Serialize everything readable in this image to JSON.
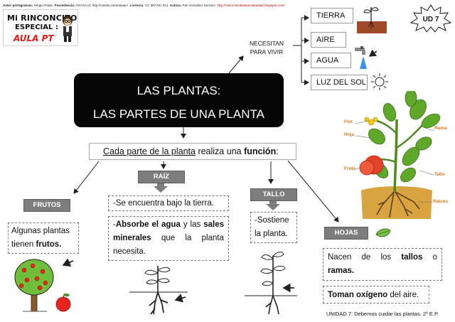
{
  "credits": {
    "label1": "Autor pictogramas:",
    "value1": "Sergio Palao",
    "label2": "Procedencia:",
    "value2": "ARASAAC http://catedu.es/arasaac/",
    "label3": "Licencia:",
    "value3": "CC (BY-NC-SA)",
    "label4": "Autora:",
    "value4": "Pari González Serrano",
    "url": "http://mirinconcitoespecialaulapt.blogspot.com/"
  },
  "logo": {
    "line1": "Mi RINCONCITO",
    "line2": "ESPECIAL :",
    "line3": "AULA PT"
  },
  "unit_badge": "UD 7",
  "title": {
    "line1": "LAS PLANTAS:",
    "line2": "LAS PARTES DE UNA PLANTA"
  },
  "needs": {
    "heading_line1": "NECESITAN",
    "heading_line2": "PARA VIVIR",
    "items": [
      "TIERRA",
      "AIRE",
      "AGUA",
      "LUZ DEL SOL"
    ]
  },
  "main_sentence": {
    "part1": "Cada parte de la planta",
    "part2": " realiza una ",
    "part3": "función",
    "part4": ":"
  },
  "plant_labels": {
    "flor": "Flor",
    "hoja": "Hoja",
    "fruto": "Fruto",
    "rama": "Rama",
    "tallo": "Tallo",
    "raices": "Raíces"
  },
  "sections": {
    "frutos": {
      "label": "FRUTOS",
      "text1": "Algunas plantas",
      "text2": "tienen ",
      "text2_bold": "frutos."
    },
    "raiz": {
      "label": "RAÍZ",
      "text_a": "-Se encuentra bajo la tierra.",
      "b_bold1": "Absorbe el agua",
      "b_mid": " y las ",
      "b_bold2": "sales",
      "b_line2_bold": "minerales",
      "b_line2_rest": " que la planta",
      "b_line3": "necesita.",
      "b_dash": "-"
    },
    "tallo": {
      "label": "TALLO",
      "text1": "-Sostiene",
      "text2": "la planta."
    },
    "hojas": {
      "label": "HOJAS",
      "text_a1": "Nacen de los ",
      "text_a1_bold": "tallos",
      "text_a1_end": " o",
      "text_a2_bold": "ramas.",
      "text_b_bold": "Toman oxígeno",
      "text_b_rest": " del aire."
    }
  },
  "footer": "UNIDAD 7: Debemos cuidar las plantas. 2º E.P."
}
